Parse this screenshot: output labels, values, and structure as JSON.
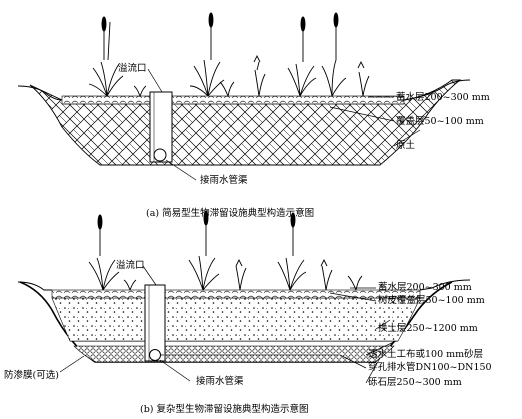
{
  "diagram_a": {
    "caption": "(a) 简易型生物滞留设施典型构造示意图",
    "overflow_label": "溢流口",
    "drain_label": "接雨水管渠",
    "layers": [
      "蓄水层200~300 mm",
      "覆盖层50~100 mm",
      "原土"
    ]
  },
  "diagram_b": {
    "caption": "(b) 复杂型生物滞留设施典型构造示意图",
    "overflow_label": "溢流口",
    "drain_label": "接雨水管渠",
    "membrane_label": "防渗膜(可选)",
    "layers": [
      "蓄水层200~300 mm",
      "树皮覆盖层50~100 mm",
      "换土层250~1200 mm",
      "透水土工布或100 mm砂层",
      "穿孔排水管DN100~DN150",
      "砾石层250~300 mm"
    ]
  },
  "colors": {
    "line": "#000000",
    "background": "#ffffff",
    "fill_grey": "#d8d8d8"
  }
}
